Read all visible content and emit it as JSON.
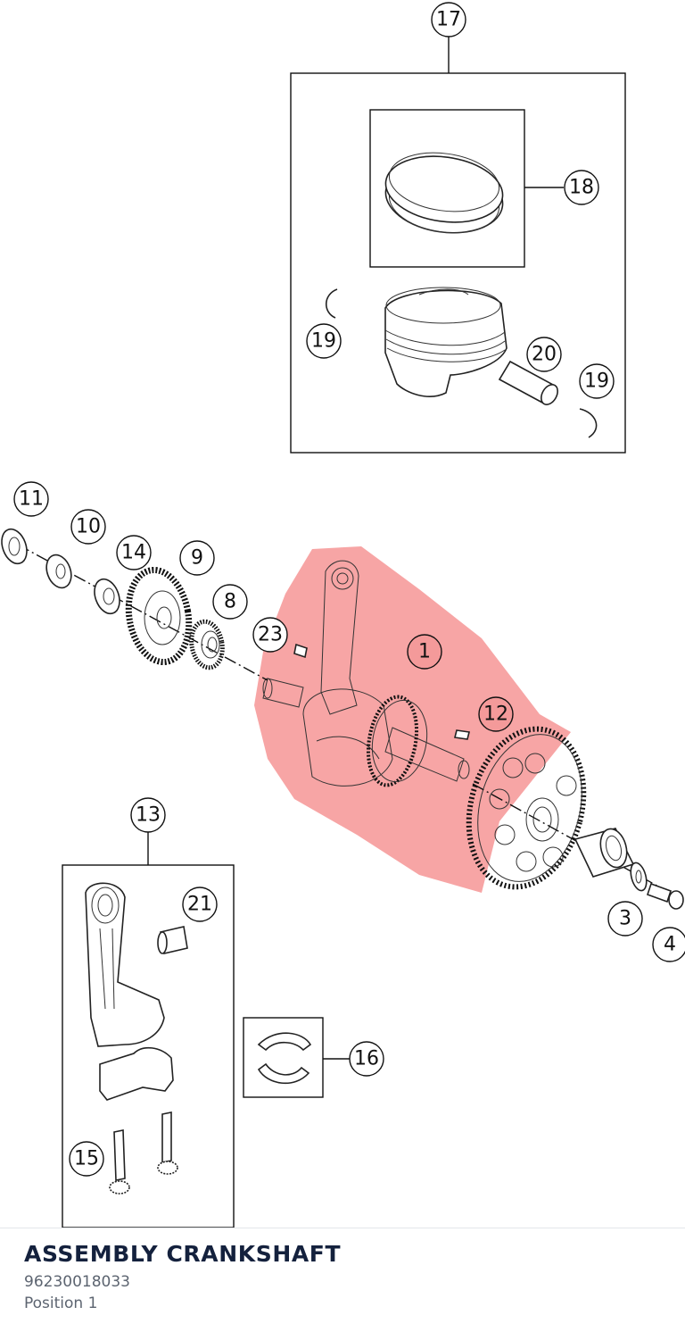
{
  "assembly": {
    "title": "ASSEMBLY CRANKSHAFT",
    "part_number": "96230018033",
    "position": "Position 1"
  },
  "highlight_color": "#f26d6d",
  "callouts": {
    "c1": "1",
    "c3": "3",
    "c4": "4",
    "c8": "8",
    "c9": "9",
    "c10": "10",
    "c11": "11",
    "c12": "12",
    "c13": "13",
    "c14": "14",
    "c15": "15",
    "c16": "16",
    "c17": "17",
    "c18": "18",
    "c19a": "19",
    "c19b": "19",
    "c20": "20",
    "c21": "21",
    "c23": "23"
  }
}
